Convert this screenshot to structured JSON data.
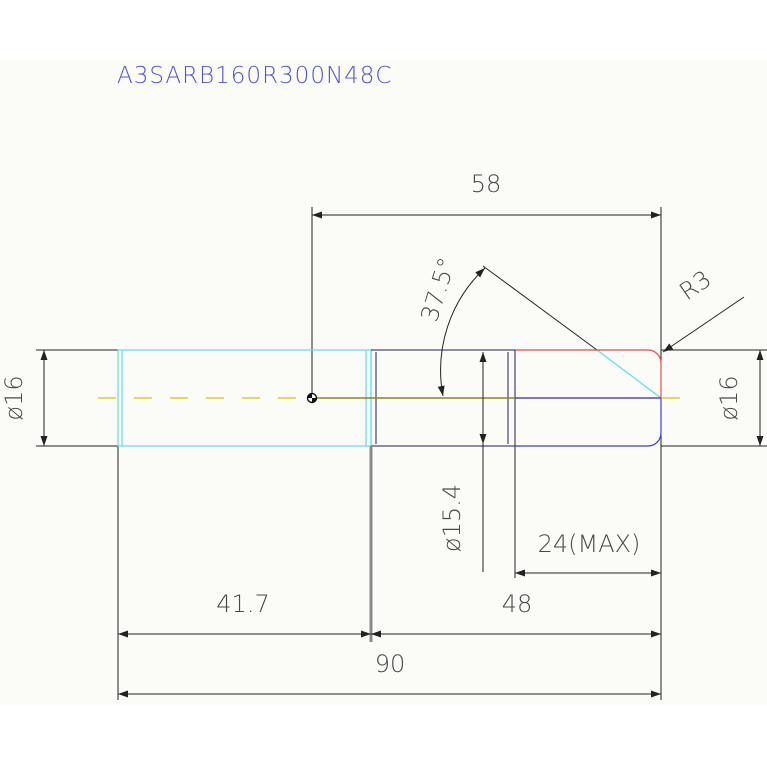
{
  "part_number": "A3SARB160R300N48C",
  "dimensions": {
    "top_length": "58",
    "chamfer_angle": "37.5°",
    "corner_radius": "R3",
    "left_diameter": "ø16",
    "right_diameter": "ø16",
    "neck_diameter": "ø15.4",
    "max_length": "24(MAX)",
    "shank_length": "41.7",
    "head_length": "48",
    "total_length": "90"
  },
  "colors": {
    "shank": "#63dcec",
    "head_top": "#e84a4a",
    "head_bottom": "#3a3ad8",
    "centerline": "#d8c400",
    "dimension": "#333333",
    "title": "#5252d8"
  }
}
